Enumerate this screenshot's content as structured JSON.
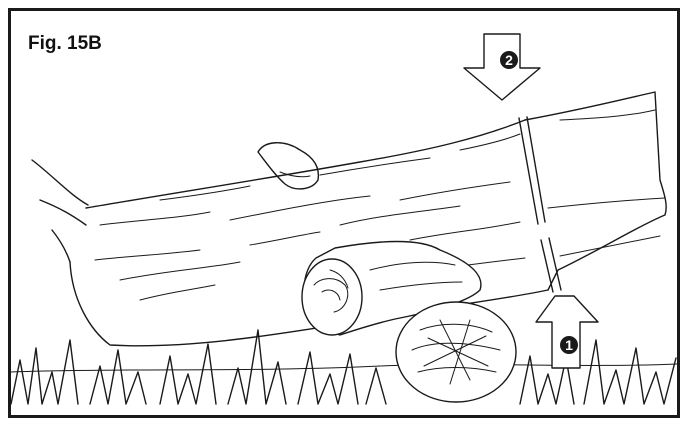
{
  "figure": {
    "title": "Fig. 15B",
    "markers": {
      "second_cut": "2",
      "first_cut": "1"
    }
  },
  "colors": {
    "ink": "#1a1a1a",
    "background": "#ffffff"
  }
}
